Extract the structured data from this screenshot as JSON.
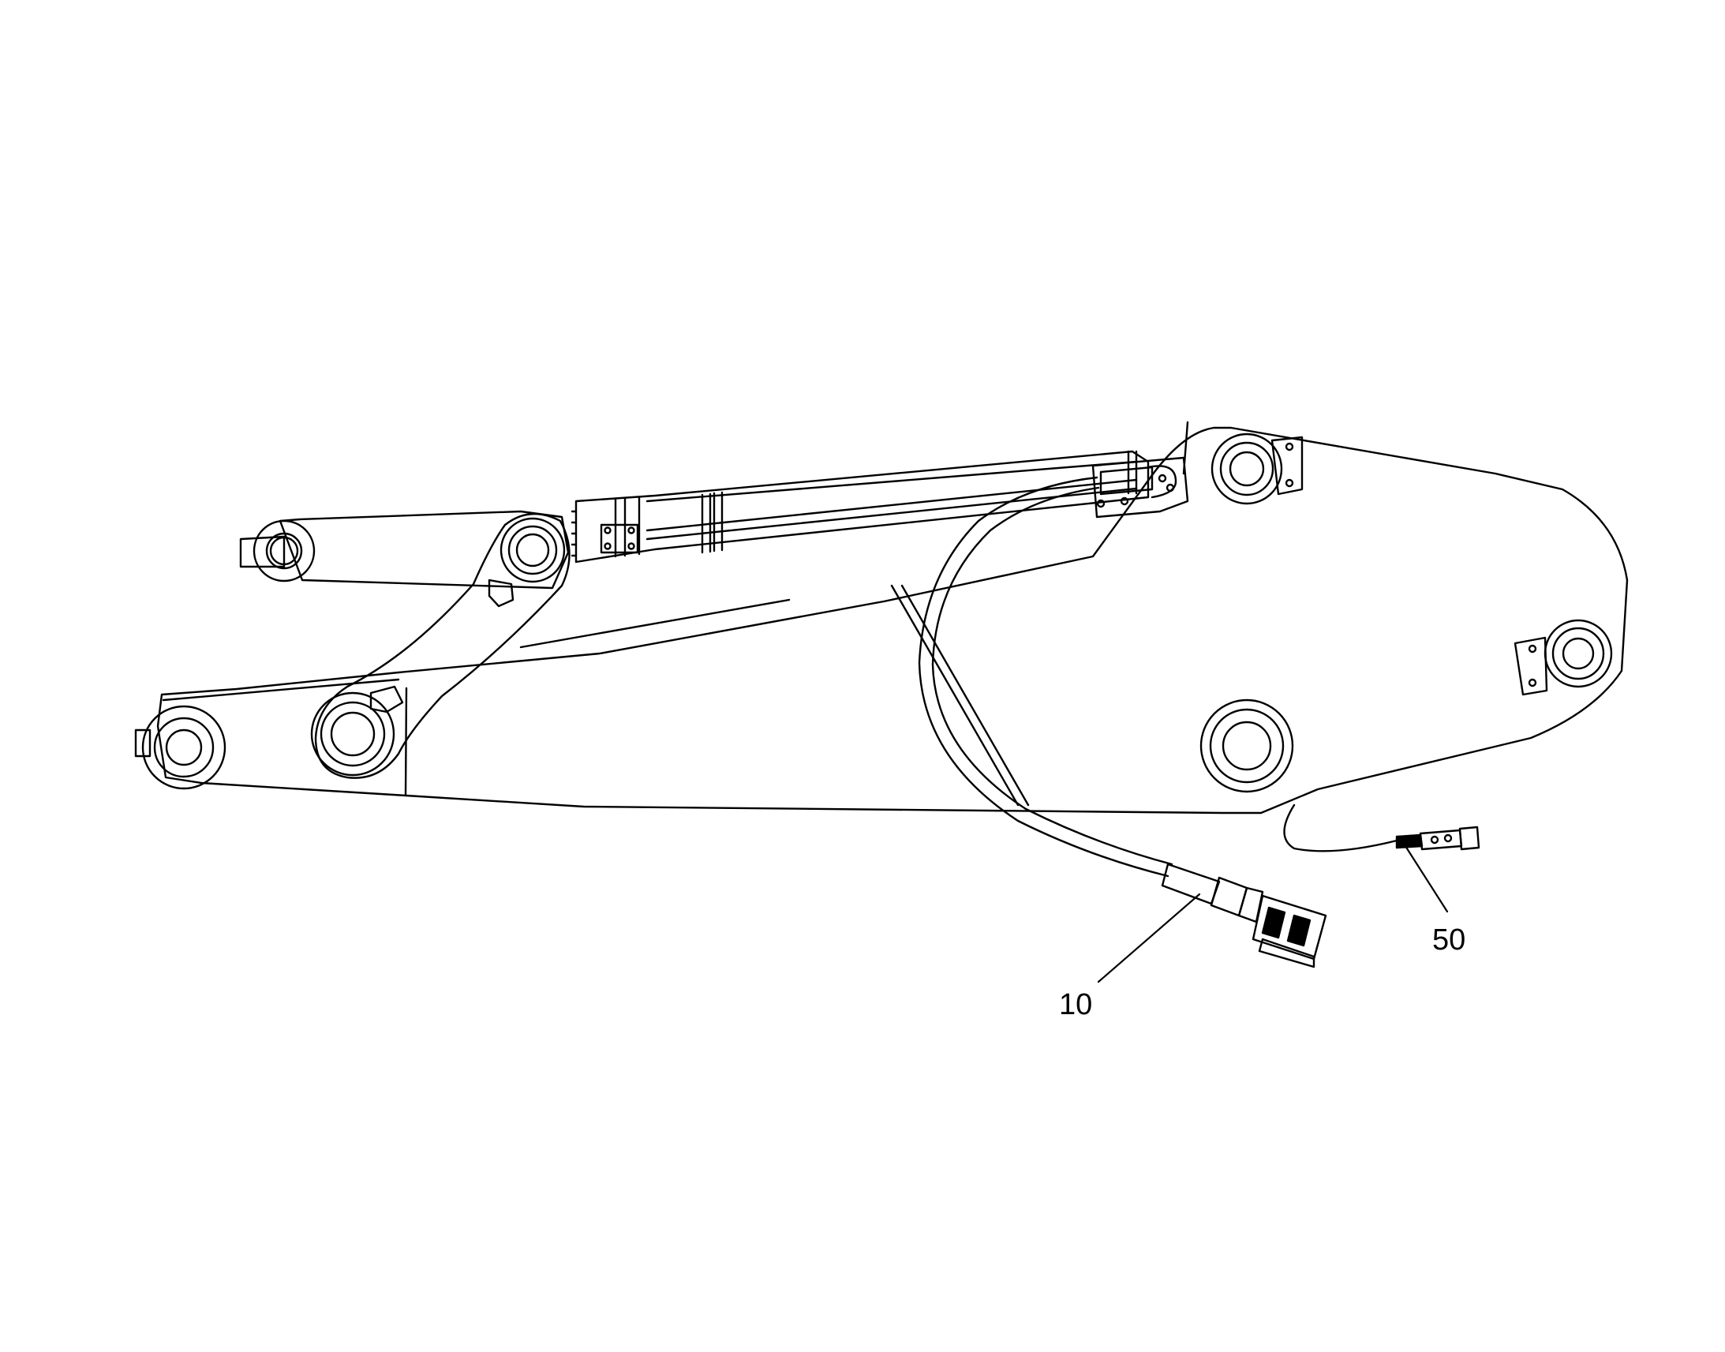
{
  "callouts": [
    {
      "id": "10",
      "label": "10"
    },
    {
      "id": "50",
      "label": "50"
    }
  ],
  "colors": {
    "line": "#000000",
    "background": "#ffffff"
  }
}
